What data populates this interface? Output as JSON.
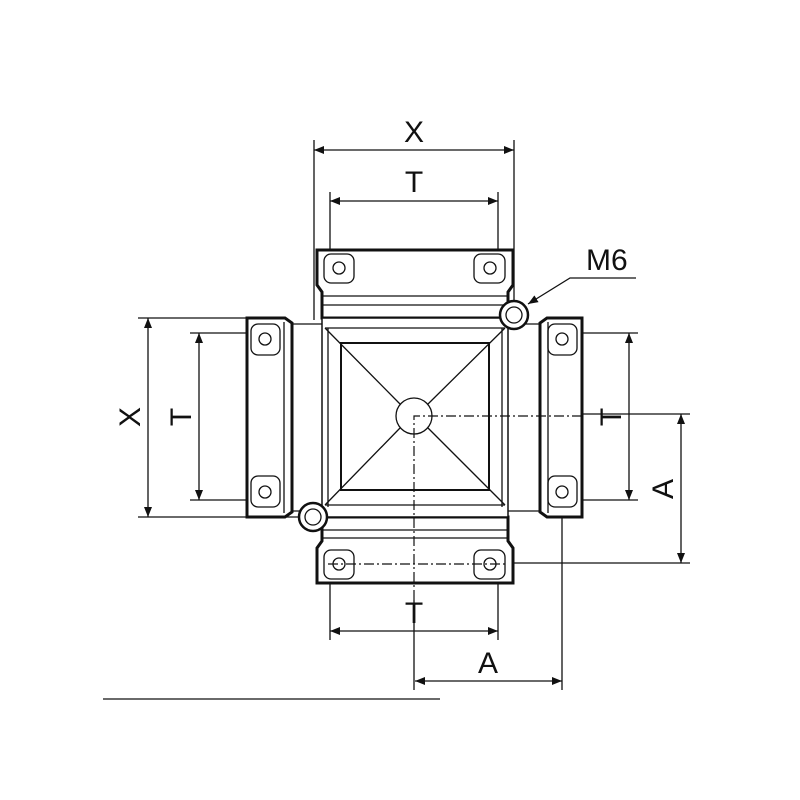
{
  "drawing": {
    "labels": {
      "top_x": "X",
      "top_t": "T",
      "left_x": "X",
      "left_t": "T",
      "right_t": "T",
      "right_a": "A",
      "bottom_t": "T",
      "bottom_a": "A",
      "thread": "M6"
    },
    "line_color": "#111111"
  }
}
